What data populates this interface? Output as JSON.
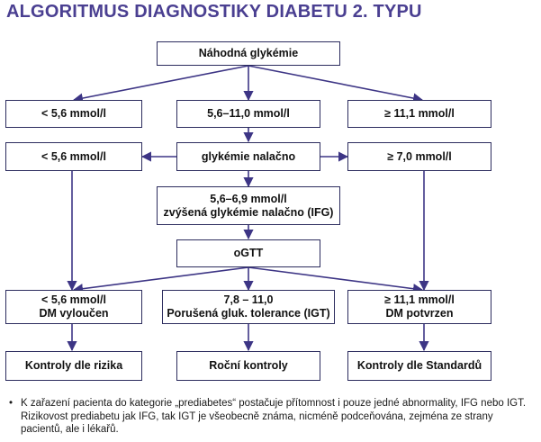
{
  "title": "ALGORITMUS DIAGNOSTIKY DIABETU 2. TYPU",
  "boxes": {
    "random": "Náhodná glykémie",
    "r_low": "< 5,6 mmol/l",
    "r_mid": "5,6–11,0 mmol/l",
    "r_high": "≥ 11,1 mmol/l",
    "f_low": "< 5,6 mmol/l",
    "fasting": "glykémie nalačno",
    "f_high": "≥ 7,0 mmol/l",
    "ifg_line1": "5,6–6,9 mmol/l",
    "ifg_line2": "zvýšená glykémie nalačno (IFG)",
    "ogtt": "oGTT",
    "o_low_line1": "< 5,6 mmol/l",
    "o_low_line2": "DM vyloučen",
    "o_mid_line1": "7,8 – 11,0",
    "o_mid_line2": "Porušená gluk. tolerance (IGT)",
    "o_high_line1": "≥ 11,1 mmol/l",
    "o_high_line2": "DM potvrzen",
    "ctrl_risk": "Kontroly dle rizika",
    "ctrl_year": "Roční kontroly",
    "ctrl_std": "Kontroly dle Standardů"
  },
  "note": {
    "bullet": "•",
    "text": "K zařazení pacienta do kategorie „prediabetes“ postačuje přítomnost i pouze jedné abnormality, IFG nebo IGT. Rizikovost prediabetu jak IFG, tak IGT je všeobecně známa, nicméně podceňována, zejména ze strany pacientů, ale i lékařů."
  },
  "colors": {
    "title": "#4a3f91",
    "lines": "#3d3585",
    "border": "#2c2c5e"
  }
}
